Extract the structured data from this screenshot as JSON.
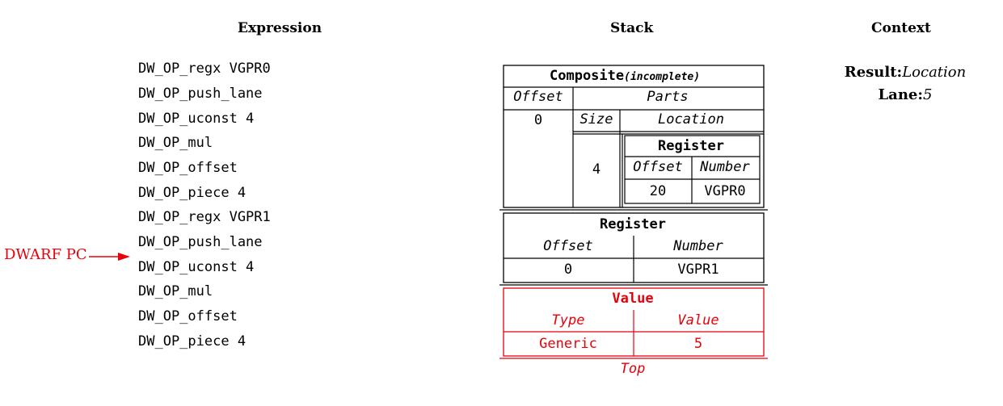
{
  "headers": {
    "expression": "Expression",
    "stack": "Stack",
    "context": "Context"
  },
  "expression": [
    "DW_OP_regx VGPR0",
    "DW_OP_push_lane",
    "DW_OP_uconst 4",
    "DW_OP_mul",
    "DW_OP_offset",
    "DW_OP_piece 4",
    "DW_OP_regx VGPR1",
    "DW_OP_push_lane",
    "DW_OP_uconst 4",
    "DW_OP_mul",
    "DW_OP_offset",
    "DW_OP_piece 4"
  ],
  "pc_label": "DWARF PC",
  "pc_index": 8,
  "stack": {
    "composite": {
      "title": "Composite",
      "status": "(incomplete)",
      "offset_header": "Offset",
      "parts_header": "Parts",
      "offset_value": "0",
      "size_header": "Size",
      "location_header": "Location",
      "size_value": "4",
      "inner_register": {
        "title": "Register",
        "offset_header": "Offset",
        "number_header": "Number",
        "offset_value": "20",
        "number_value": "VGPR0"
      }
    },
    "register": {
      "title": "Register",
      "offset_header": "Offset",
      "number_header": "Number",
      "offset_value": "0",
      "number_value": "VGPR1"
    },
    "value": {
      "title": "Value",
      "type_header": "Type",
      "value_header": "Value",
      "type_value": "Generic",
      "value_value": "5"
    },
    "top_label": "Top"
  },
  "context": {
    "result_label": "Result:",
    "result_value": "Location",
    "lane_label": "Lane:",
    "lane_value": "5"
  },
  "colors": {
    "highlight": "#e8000b",
    "ink": "#000000"
  }
}
